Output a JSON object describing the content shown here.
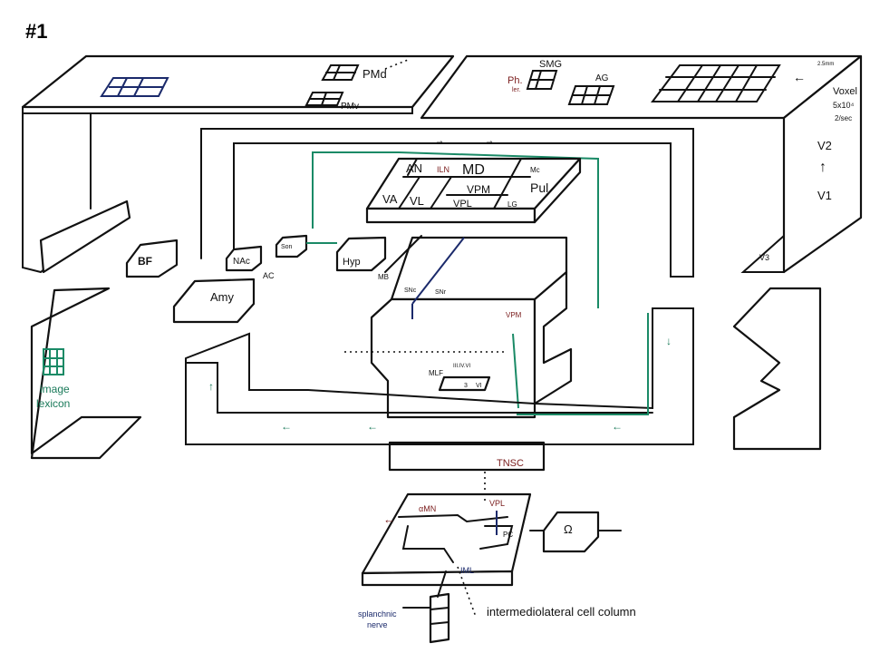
{
  "title": "#1",
  "cortex": {
    "left_slab": {
      "pm_dorsal": "PMd",
      "pm_ventral": "PMv"
    },
    "right_slab": {
      "smg": "SMG",
      "ph_ler": "Ph.",
      "ph_ler_sub": "ler.",
      "ag": "AG",
      "voxel_size": "2.5mm",
      "voxel": "Voxel",
      "voxel_count": "5x10⁴",
      "rate": "2/sec",
      "v2": "V2",
      "v1": "V1",
      "v3": "V3"
    },
    "left_lobe": {
      "label_1": "image",
      "label_2": "lexicon"
    }
  },
  "thalamus": {
    "an": "AN",
    "iln": "ILN",
    "md": "MD",
    "mg": "Mc",
    "va": "VA",
    "vl": "VL",
    "vpm": "VPM",
    "vpl": "VPL",
    "pul": "Pul",
    "lg": "LG"
  },
  "subcortical": {
    "bf": "BF",
    "nac": "NAc",
    "son": "Son",
    "hyp": "Hyp",
    "ac": "AC",
    "amy": "Amy"
  },
  "brainstem": {
    "mb": "MB",
    "snc": "SNc",
    "snr": "SNr",
    "vpm": "VPM",
    "mlf": "MLF",
    "nuclei": "III.IV.VI",
    "n3": "3",
    "n6": "VI",
    "tnsc": "TNSC"
  },
  "spinal_cord": {
    "amn": "αMN",
    "vpl": "VPL",
    "pc": "PC",
    "iml": "IML",
    "receptor": "Ω",
    "splanchnic_1": "splanchnic",
    "splanchnic_2": "nerve",
    "iml_full": "intermediolateral cell column"
  },
  "colors": {
    "ink": "#111111",
    "green": "#1a8a66",
    "navy": "#1b2a6b",
    "red": "#7a1c1c"
  }
}
